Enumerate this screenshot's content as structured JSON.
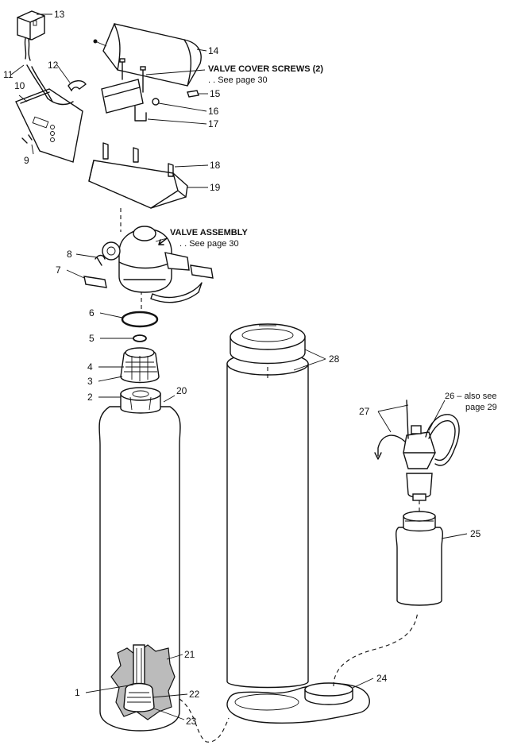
{
  "callouts": {
    "valve_cover_screws": {
      "title": "VALVE COVER SCREWS (2)",
      "ref": ". . See page 30"
    },
    "valve_assembly": {
      "title": "VALVE ASSEMBLY",
      "ref": ". . See page 30"
    },
    "part26_line1": "26 – also see",
    "part26_line2": "page 29"
  },
  "part_numbers": {
    "p1": "1",
    "p2": "2",
    "p3": "3",
    "p4": "4",
    "p5": "5",
    "p6": "6",
    "p7": "7",
    "p8": "8",
    "p9": "9",
    "p10": "10",
    "p11": "11",
    "p12": "12",
    "p13": "13",
    "p14": "14",
    "p15": "15",
    "p16": "16",
    "p17": "17",
    "p18": "18",
    "p19": "19",
    "p20": "20",
    "p21": "21",
    "p22": "22",
    "p23": "23",
    "p24": "24",
    "p25": "25",
    "p27": "27",
    "p28": "28"
  }
}
